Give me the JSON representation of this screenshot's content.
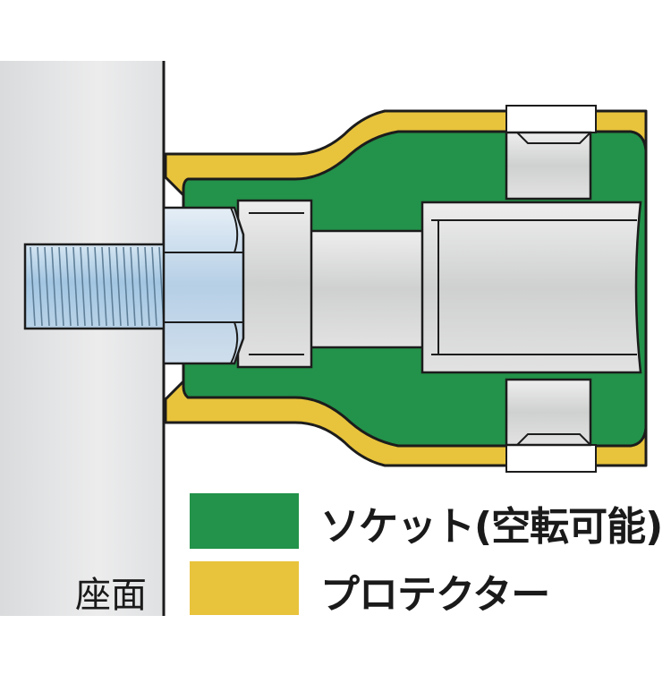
{
  "labels": {
    "seat": "座面"
  },
  "legend": [
    {
      "id": "socket",
      "label": "ソケット(空転可能)",
      "color": "#23924a"
    },
    {
      "id": "protector",
      "label": "プロテクター",
      "color": "#e8c33c"
    }
  ],
  "colors": {
    "seat_wall": "#e4e6e7",
    "outline": "#1c1c1c",
    "bolt_steel": "#a9c9e3",
    "nut_steel": "#c7d9ea",
    "socket_metal": "#d6d7d7",
    "socket_green": "#23924a",
    "protector_yellow": "#e8c33c"
  }
}
